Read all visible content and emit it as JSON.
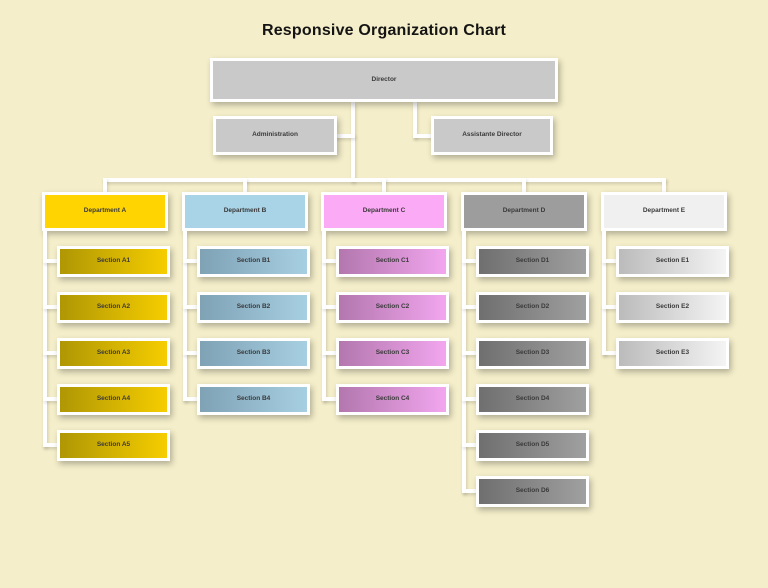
{
  "title": "Responsive Organization Chart",
  "colors": {
    "background": "#F4EECA",
    "top_box": "#C9C9C9",
    "connector": "#FFFFFF",
    "label_text": "#3A3A3A"
  },
  "root": {
    "label": "Director"
  },
  "assistants": {
    "administration": "Administration",
    "assistante_director": "Assistante Director"
  },
  "departments": [
    {
      "label": "Department A",
      "color": "#FFD400",
      "section_gradient_from": "#AF9704",
      "section_gradient_to": "#F6CD00",
      "sections": [
        "Section A1",
        "Section A2",
        "Section A3",
        "Section A4",
        "Section A5"
      ]
    },
    {
      "label": "Department B",
      "color": "#A9D3E6",
      "section_gradient_from": "#7FA2B5",
      "section_gradient_to": "#A7CFE2",
      "sections": [
        "Section B1",
        "Section B2",
        "Section B3",
        "Section B4"
      ]
    },
    {
      "label": "Department C",
      "color": "#FBABF6",
      "section_gradient_from": "#B377AE",
      "section_gradient_to": "#F2A6EE",
      "sections": [
        "Section C1",
        "Section C2",
        "Section C3",
        "Section C4"
      ]
    },
    {
      "label": "Department D",
      "color": "#9D9D9D",
      "section_gradient_from": "#6F6F6F",
      "section_gradient_to": "#A0A0A0",
      "sections": [
        "Section D1",
        "Section D2",
        "Section D3",
        "Section D4",
        "Section D5",
        "Section D6"
      ]
    },
    {
      "label": "Department E",
      "color": "#F0F0F0",
      "section_gradient_from": "#BBBBBB",
      "section_gradient_to": "#F4F4F4",
      "sections": [
        "Section E1",
        "Section E2",
        "Section E3"
      ]
    }
  ]
}
